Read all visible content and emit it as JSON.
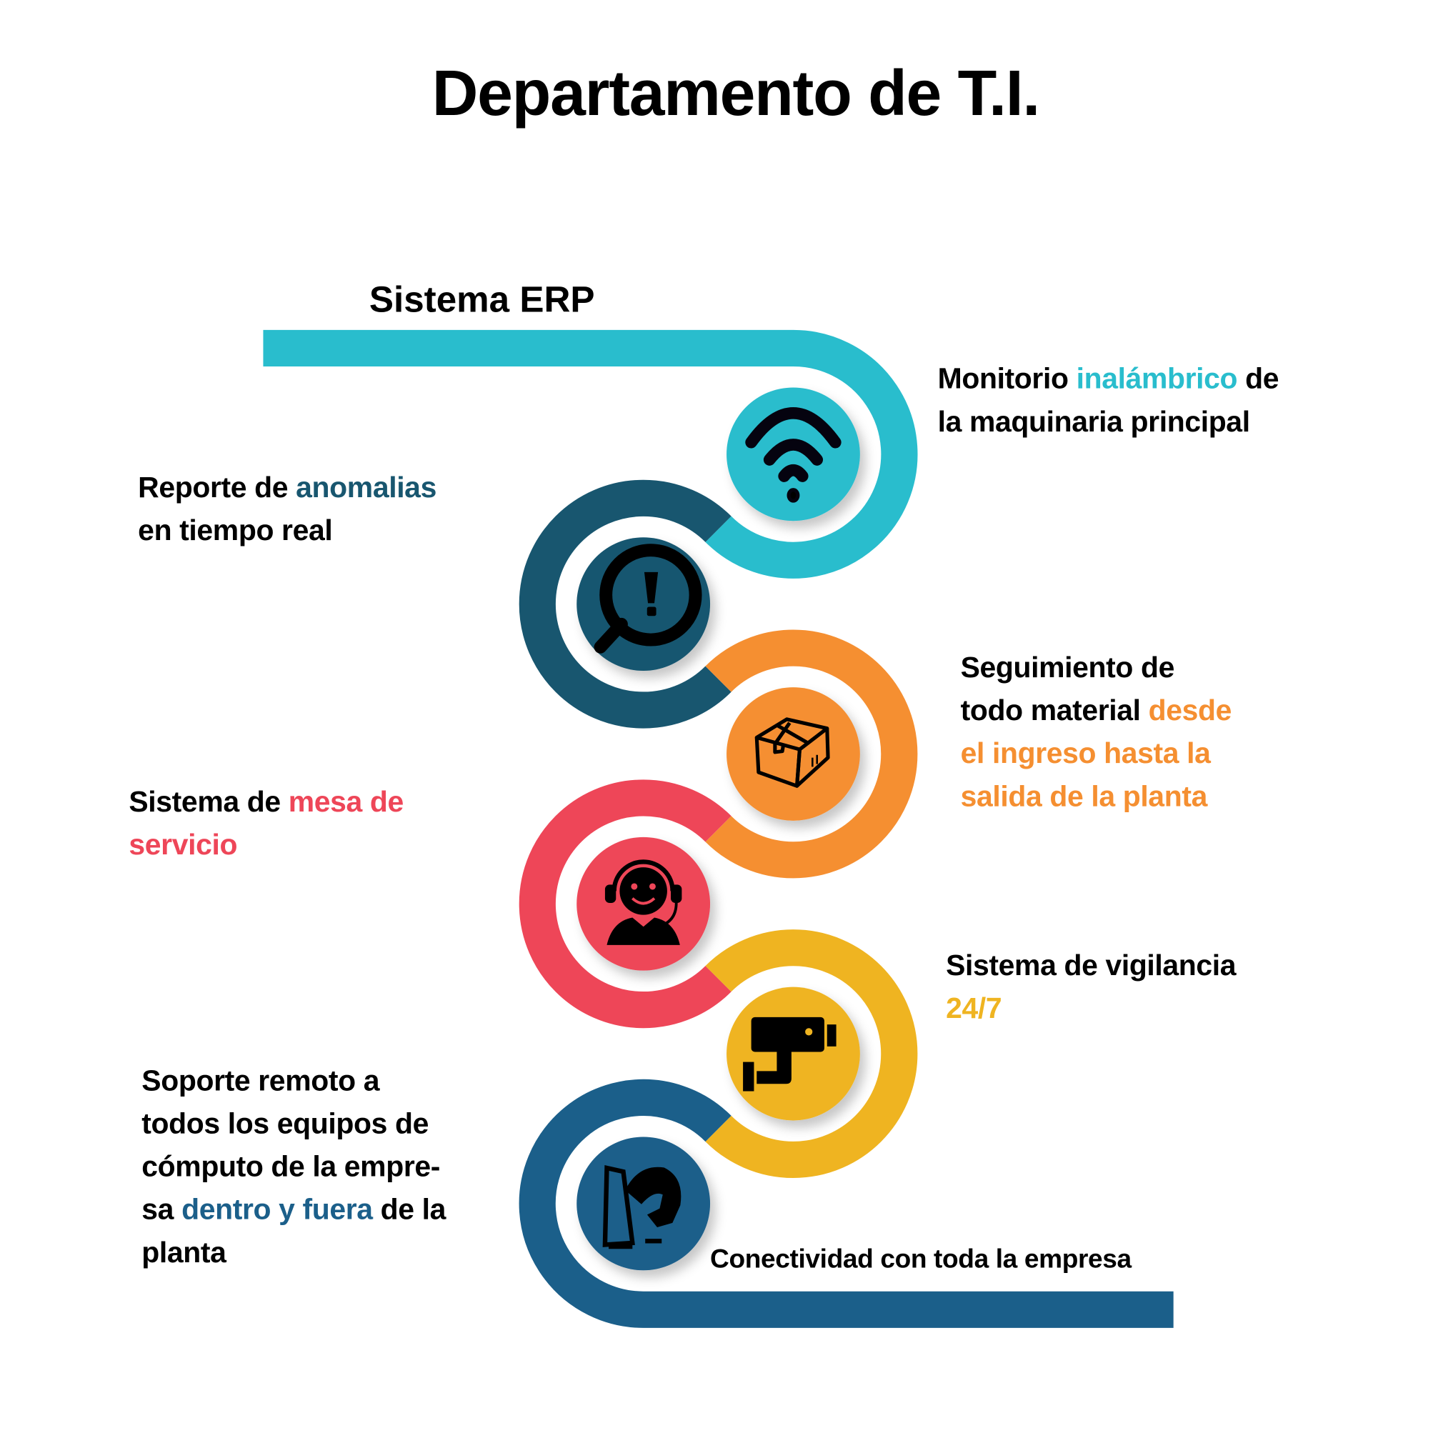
{
  "title": "Departamento de T.I.",
  "start_label": "Sistema ERP",
  "end_label": "Conectividad con toda la empresa",
  "colors": {
    "teal": "#29BDCD",
    "dark_blue": "#18566F",
    "orange": "#F58F31",
    "red": "#EE4658",
    "yellow": "#EFB421",
    "blue": "#1B5F8A"
  },
  "steps": [
    {
      "icon": "wifi-icon",
      "lines": [
        [
          "Monitorio ",
          "inalámbrico",
          " de"
        ],
        [
          "la maquinaria principal"
        ]
      ]
    },
    {
      "icon": "magnifier-alert-icon",
      "lines": [
        [
          "Reporte de ",
          "anomalias"
        ],
        [
          "en tiempo real"
        ]
      ]
    },
    {
      "icon": "package-box-icon",
      "lines": [
        [
          "Seguimiento de"
        ],
        [
          "todo material ",
          "desde"
        ],
        [
          "el ingreso hasta la"
        ],
        [
          "salida de la planta"
        ]
      ]
    },
    {
      "icon": "support-agent-headset-icon",
      "lines": [
        [
          "Sistema de ",
          "mesa de"
        ],
        [
          "servicio"
        ]
      ]
    },
    {
      "icon": "security-camera-icon",
      "lines": [
        [
          "Sistema de vigilancia"
        ],
        [
          "24/7"
        ]
      ]
    },
    {
      "icon": "remote-support-icon",
      "lines": [
        [
          "Soporte remoto a"
        ],
        [
          "todos los equipos de"
        ],
        [
          "cómputo de la empre-"
        ],
        [
          "sa ",
          "dentro y fuera",
          " de la"
        ],
        [
          "planta"
        ]
      ]
    }
  ]
}
